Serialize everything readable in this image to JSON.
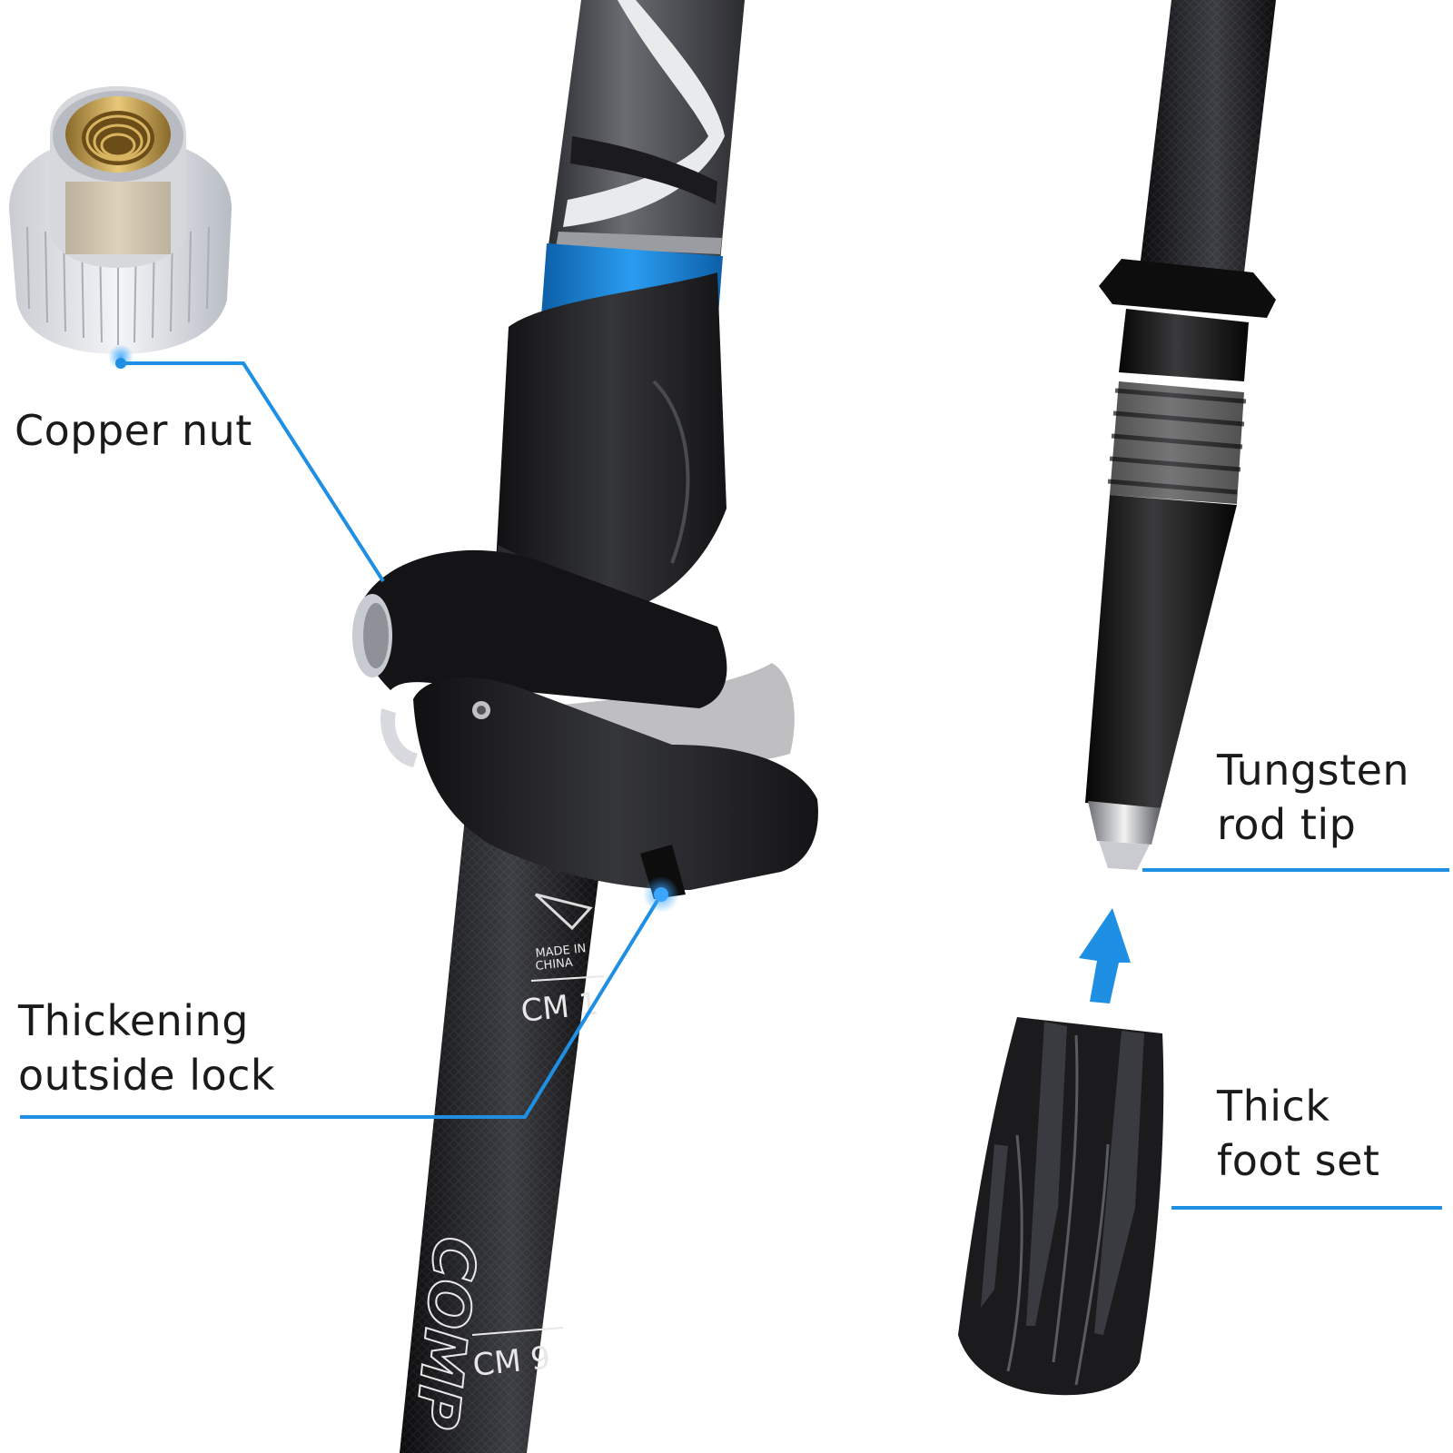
{
  "labels": {
    "copper_nut": [
      "Copper nut"
    ],
    "lock": [
      "Thickening",
      "outside lock"
    ],
    "tip": [
      "Tungsten",
      "rod tip"
    ],
    "foot": [
      "Thick",
      "foot set"
    ]
  },
  "pole_print": {
    "made_in": [
      "MADE IN",
      "CHINA"
    ],
    "cm_marks": [
      "CM 1",
      "CM 9"
    ],
    "brand_fragment": "COMP"
  },
  "colors": {
    "accent": "#1e8fe3",
    "pole": "#1b1c1f",
    "upper_pole": "#4a4c52",
    "brass": "#c9a24a"
  }
}
